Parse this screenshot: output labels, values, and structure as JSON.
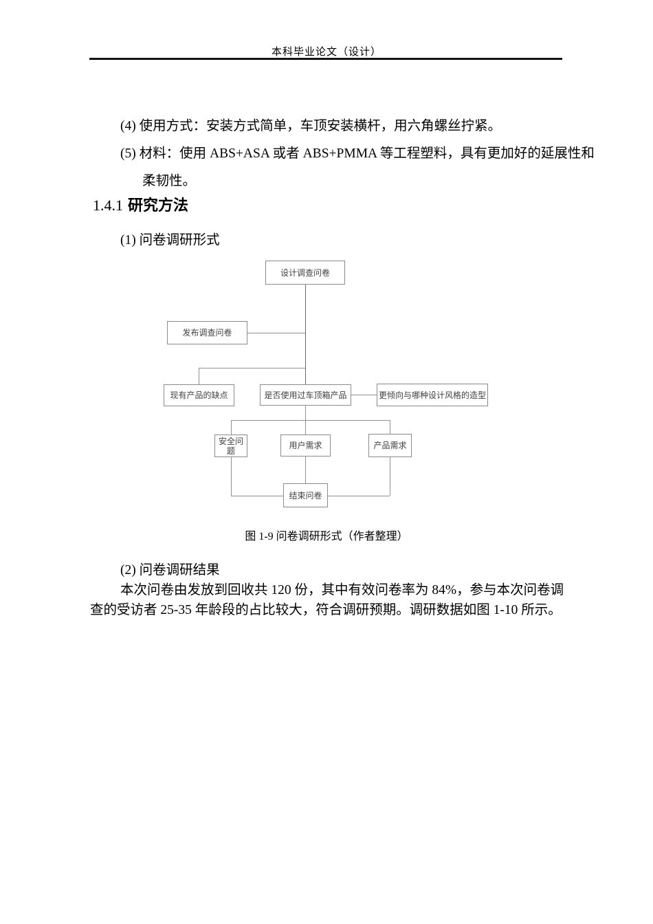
{
  "header": {
    "title": "本科毕业论文（设计）"
  },
  "body": {
    "item4": "(4) 使用方式：安装方式简单，车顶安装横杆，用六角螺丝拧紧。",
    "item5_line1": "(5) 材料：使用 ABS+ASA 或者 ABS+PMMA 等工程塑料，具有更加好的延展性和",
    "item5_line2": "柔韧性。",
    "heading_num": "1.4.1",
    "heading_text": "研究方法",
    "sub1": "(1) 问卷调研形式",
    "caption": "图 1-9 问卷调研形式（作者整理）",
    "sub2": "(2) 问卷调研结果",
    "para_line1": "本次问卷由发放到回收共 120 份，其中有效问卷率为 84%，参与本次问卷调",
    "para_line2": "查的受访者 25-35 年龄段的占比较大，符合调研预期。调研数据如图 1-10 所示。"
  },
  "flowchart": {
    "nodes": {
      "design": "设计调查问卷",
      "publish": "发布调查问卷",
      "defects": "现有产品的缺点",
      "used": "是否使用过车顶箱产品",
      "style": "更倾向与哪种设计风格的造型",
      "safety": "安全问题",
      "user_needs": "用户需求",
      "product_needs": "产品需求",
      "end": "结束问卷"
    },
    "colors": {
      "box_border": "#8a8a8a",
      "connector": "#909090",
      "box_text": "#404040"
    }
  }
}
